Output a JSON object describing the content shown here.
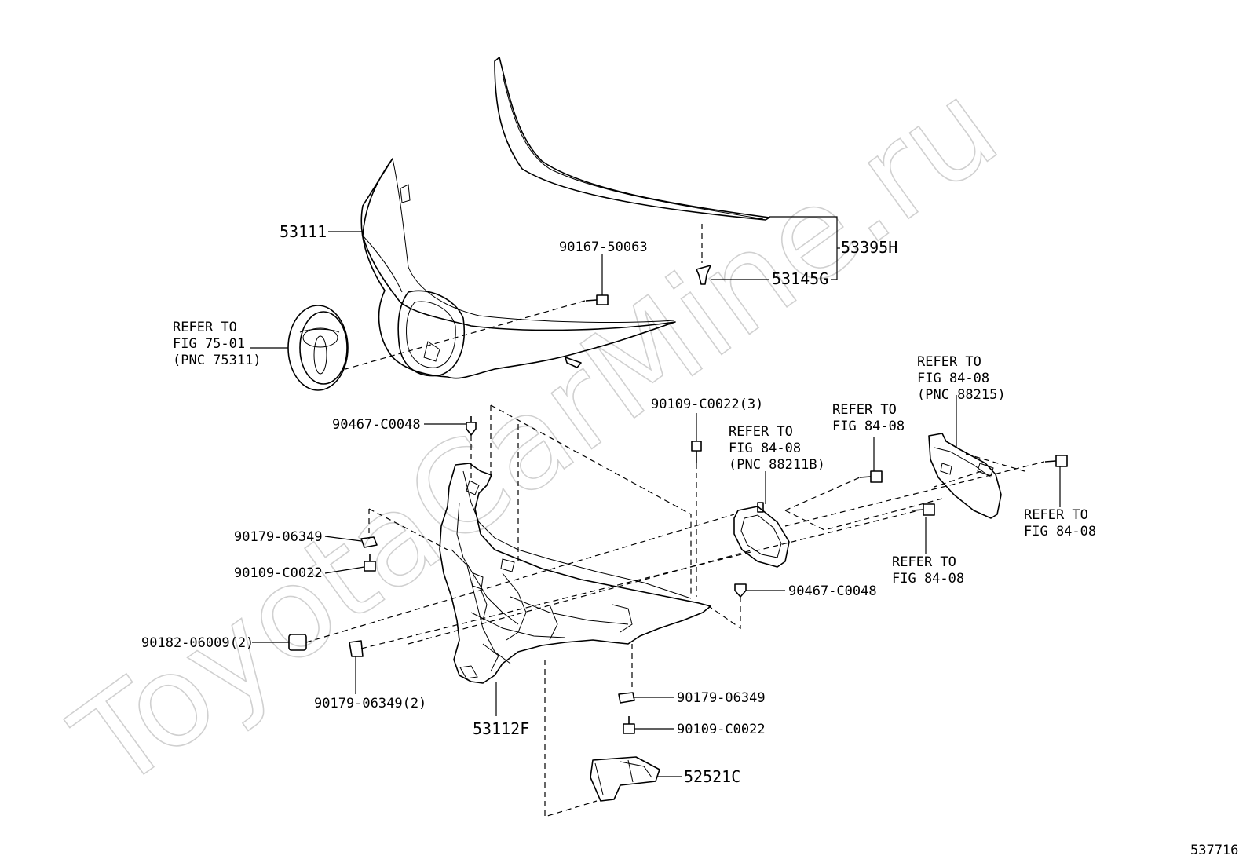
{
  "watermark": "ToyotaCarMine.ru",
  "figure_number": "537716",
  "callouts": {
    "hood_lip": "53111",
    "molding": "53395H",
    "clip_g": "53145G",
    "bolt_top": "90167-50063",
    "emblem_ref": [
      "REFER TO",
      "FIG 75-01",
      "(PNC 75311)"
    ],
    "bolt_3": "90109-C0022(3)",
    "sensor_ref": [
      "REFER TO",
      "FIG 84-08",
      "(PNC 88211B)"
    ],
    "bolt_ref_a": [
      "REFER TO",
      "FIG 84-08"
    ],
    "bracket_ref": [
      "REFER TO",
      "FIG 84-08",
      "(PNC 88215)"
    ],
    "bolt_ref_b": [
      "REFER TO",
      "FIG 84-08"
    ],
    "bolt_ref_c": [
      "REFER TO",
      "FIG 84-08"
    ],
    "clip_left_top": "90467-C0048",
    "clip_right": "90467-C0048",
    "nut_left": "90179-06349",
    "bolt_left": "90109-C0022",
    "cushion": "90182-06009(2)",
    "nut_2": "90179-06349(2)",
    "support": "53112F",
    "nut_bottom": "90179-06349",
    "bolt_bottom": "90109-C0022",
    "spacer": "52521C"
  }
}
